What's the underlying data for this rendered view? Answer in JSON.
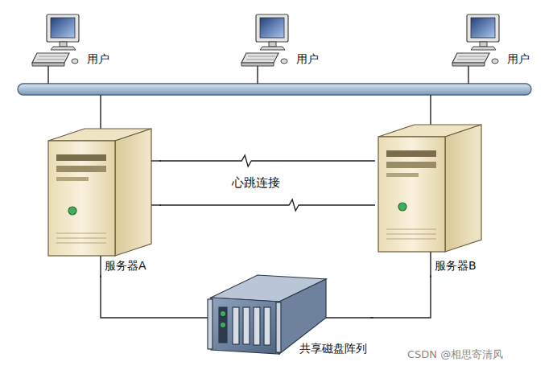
{
  "diagram": {
    "nodes": [
      {
        "text": [
          "用户"
        ]
      },
      {
        "text": [
          "用户"
        ]
      },
      {
        "text": [
          "用户"
        ]
      },
      {
        "text": [
          "服务器A"
        ]
      },
      {
        "text": [
          "服务器B"
        ]
      },
      {
        "text": [
          "共享磁盘阵列"
        ]
      }
    ],
    "edges": [
      {
        "from": 3,
        "to": 4,
        "arrow": "none",
        "label": "心跳连接"
      },
      {
        "from": 3,
        "to": 4,
        "arrow": "none"
      },
      {
        "from": 3,
        "to": 5,
        "arrow": "none"
      },
      {
        "from": 4,
        "to": 5,
        "arrow": "none"
      }
    ],
    "labels": [
      "CSDN @相思寄清风"
    ]
  }
}
